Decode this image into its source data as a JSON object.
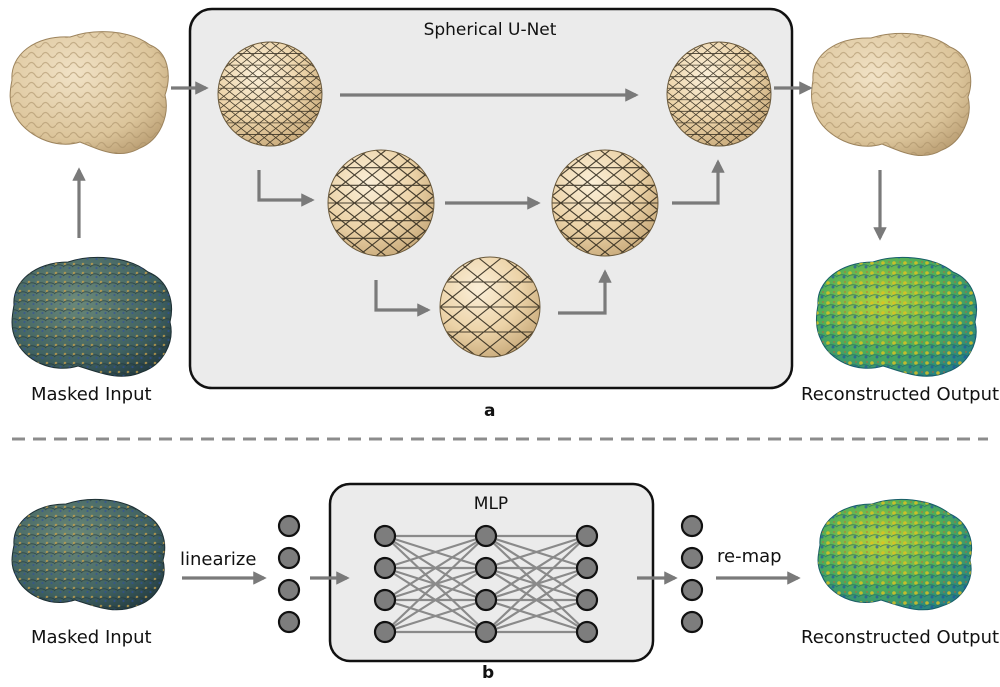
{
  "panel_a": {
    "box_title": "Spherical U-Net",
    "left_label": "Masked Input",
    "right_label": "Reconstructed Output",
    "letter": "a"
  },
  "panel_b": {
    "box_title": "MLP",
    "left_label": "Masked Input",
    "right_label": "Reconstructed Output",
    "linearize_label": "linearize",
    "remap_label": "re-map",
    "letter": "b"
  },
  "colors": {
    "arrow": "#7a7a7a",
    "box_fill": "#ebebeb",
    "box_stroke": "#111111",
    "sphere_fill": "#efd9b4",
    "brain_mesh": "#e3cfa7",
    "node_fill": "#7d7d7d",
    "divider": "#8c8c8c"
  }
}
